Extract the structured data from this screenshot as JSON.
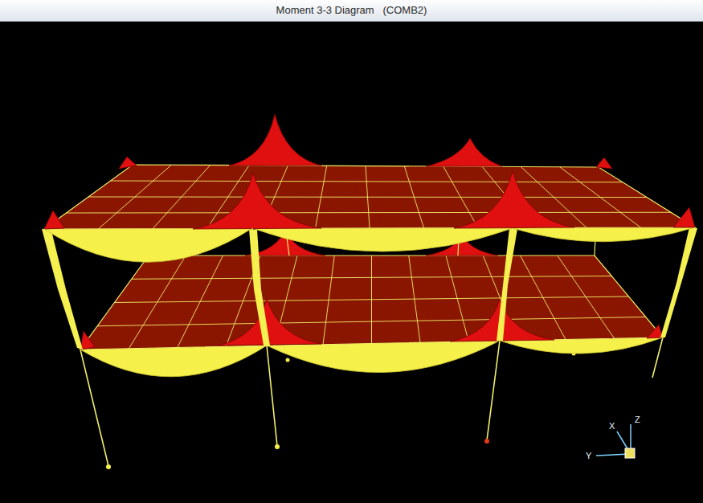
{
  "diagram": {
    "title": "Moment 3-3 Diagram   (COMB2)",
    "labels": [
      "X",
      "Z",
      "Y"
    ]
  }
}
